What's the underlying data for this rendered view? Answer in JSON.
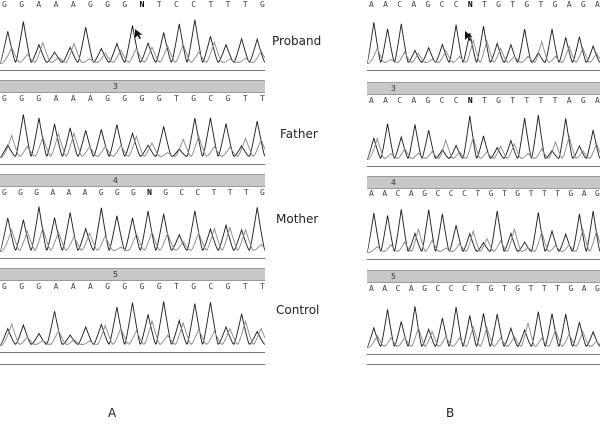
{
  "panel_a": {
    "label": "A",
    "tracks": [
      {
        "sequence": [
          "G",
          "G",
          "A",
          "A",
          "A",
          "G",
          "G",
          "G",
          "N",
          "T",
          "C",
          "C",
          "T",
          "T",
          "T",
          "G"
        ],
        "header": ""
      },
      {
        "sequence": [
          "G",
          "G",
          "G",
          "A",
          "A",
          "A",
          "G",
          "G",
          "G",
          "G",
          "T",
          "G",
          "C",
          "G",
          "T",
          "T"
        ],
        "header": "3"
      },
      {
        "sequence": [
          "G",
          "G",
          "G",
          "A",
          "A",
          "A",
          "G",
          "G",
          "G",
          "N",
          "G",
          "C",
          "C",
          "T",
          "T",
          "T",
          "G"
        ],
        "header": "4"
      },
      {
        "sequence": [
          "G",
          "G",
          "G",
          "A",
          "A",
          "A",
          "G",
          "G",
          "G",
          "G",
          "T",
          "G",
          "C",
          "G",
          "T",
          "T"
        ],
        "header": "5"
      }
    ]
  },
  "panel_b": {
    "label": "B",
    "tracks": [
      {
        "sequence": [
          "A",
          "A",
          "C",
          "A",
          "G",
          "C",
          "C",
          "N",
          "T",
          "G",
          "T",
          "G",
          "T",
          "G",
          "A",
          "G",
          "A"
        ],
        "header": ""
      },
      {
        "sequence": [
          "A",
          "A",
          "C",
          "A",
          "G",
          "C",
          "C",
          "N",
          "T",
          "G",
          "T",
          "T",
          "T",
          "T",
          "A",
          "G",
          "A"
        ],
        "header": "3"
      },
      {
        "sequence": [
          "A",
          "A",
          "C",
          "A",
          "G",
          "C",
          "C",
          "C",
          "T",
          "G",
          "T",
          "G",
          "T",
          "T",
          "T",
          "G",
          "A",
          "G"
        ],
        "header": "4"
      },
      {
        "sequence": [
          "A",
          "A",
          "C",
          "A",
          "G",
          "C",
          "C",
          "C",
          "T",
          "G",
          "T",
          "G",
          "T",
          "T",
          "T",
          "G",
          "A",
          "G"
        ],
        "header": "5"
      }
    ]
  },
  "row_labels": {
    "proband": "Proband",
    "father": "Father",
    "mother": "Mother",
    "control": "Control"
  },
  "icons": {
    "cursor_a": "arrow-cursor-icon",
    "cursor_b": "arrow-cursor-icon"
  }
}
